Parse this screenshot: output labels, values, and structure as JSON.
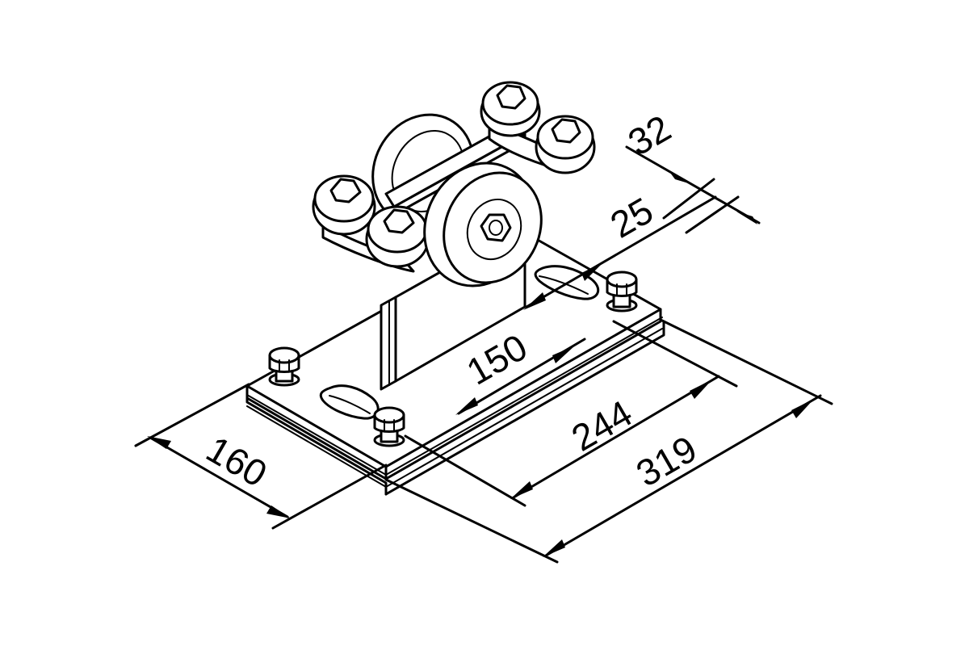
{
  "dimensions": {
    "d32": "32",
    "d25": "25",
    "d150": "150",
    "d244": "244",
    "d319": "319",
    "d160": "160"
  }
}
